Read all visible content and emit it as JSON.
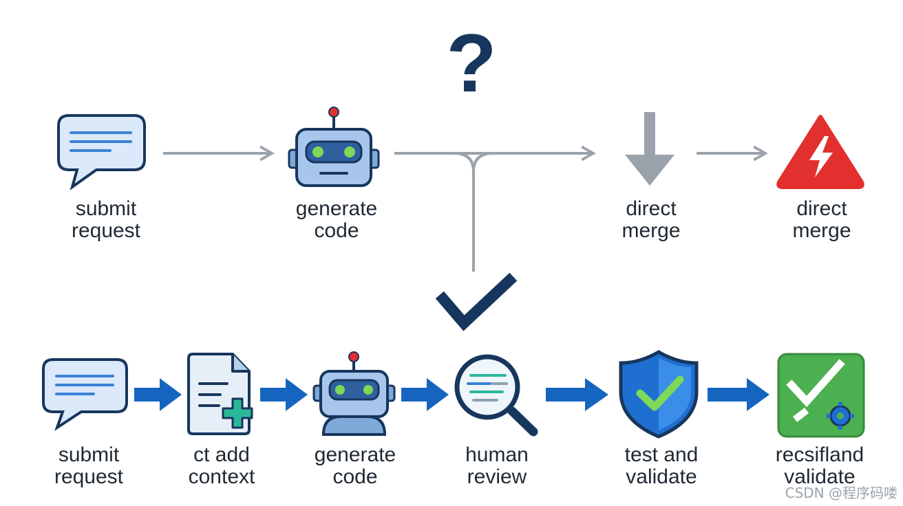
{
  "question_mark": "?",
  "top_row": {
    "steps": [
      {
        "line1": "submit",
        "line2": "request",
        "icon": "chat-bubble-icon"
      },
      {
        "line1": "generate",
        "line2": "code",
        "icon": "robot-icon"
      },
      {
        "line1": "direct",
        "line2": "merge",
        "icon": "down-arrow-icon"
      },
      {
        "line1": "direct",
        "line2": "merge",
        "icon": "warning-triangle-icon"
      }
    ]
  },
  "bottom_row": {
    "steps": [
      {
        "line1": "submit",
        "line2": "request",
        "icon": "chat-bubble-icon"
      },
      {
        "line1": "ct add",
        "line2": "context",
        "icon": "document-plus-icon"
      },
      {
        "line1": "generate",
        "line2": "code",
        "icon": "robot-icon"
      },
      {
        "line1": "human",
        "line2": "review",
        "icon": "magnifier-icon"
      },
      {
        "line1": "test and",
        "line2": "validate",
        "icon": "shield-check-icon"
      },
      {
        "line1": "recsifland",
        "line2": "validate",
        "icon": "check-gear-icon"
      }
    ]
  },
  "watermark": "CSDN @程序码喽",
  "colors": {
    "gray_arrow": "#9aa3ab",
    "blue_arrow": "#1565c0",
    "navy": "#17365d",
    "bubble_fill": "#dbe9fb",
    "warning_red": "#e2302e",
    "check_green": "#4caf50"
  }
}
